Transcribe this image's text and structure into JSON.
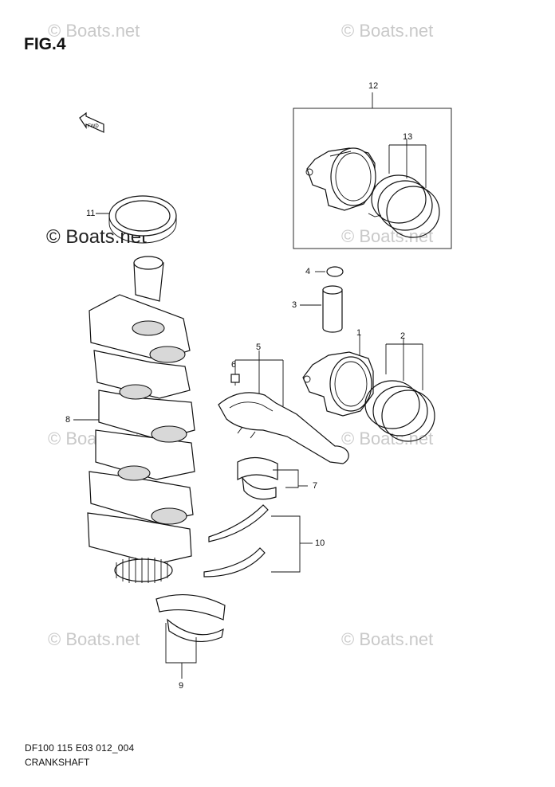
{
  "figure": {
    "title": "FIG.4"
  },
  "watermarks": {
    "text": "© Boats.net",
    "emphasized": "© Boats.net"
  },
  "callouts": [
    "1",
    "2",
    "3",
    "4",
    "5",
    "6",
    "7",
    "8",
    "9",
    "10",
    "11",
    "12",
    "13"
  ],
  "front_arrow": {
    "label": "FWD",
    "icon": "front-direction-arrow-icon"
  },
  "footer": {
    "code": "DF100 115 E03 012_004",
    "caption": "CRANKSHAFT"
  },
  "colors": {
    "line": "#111111",
    "watermark": "#c9c9c9",
    "background": "#ffffff"
  }
}
